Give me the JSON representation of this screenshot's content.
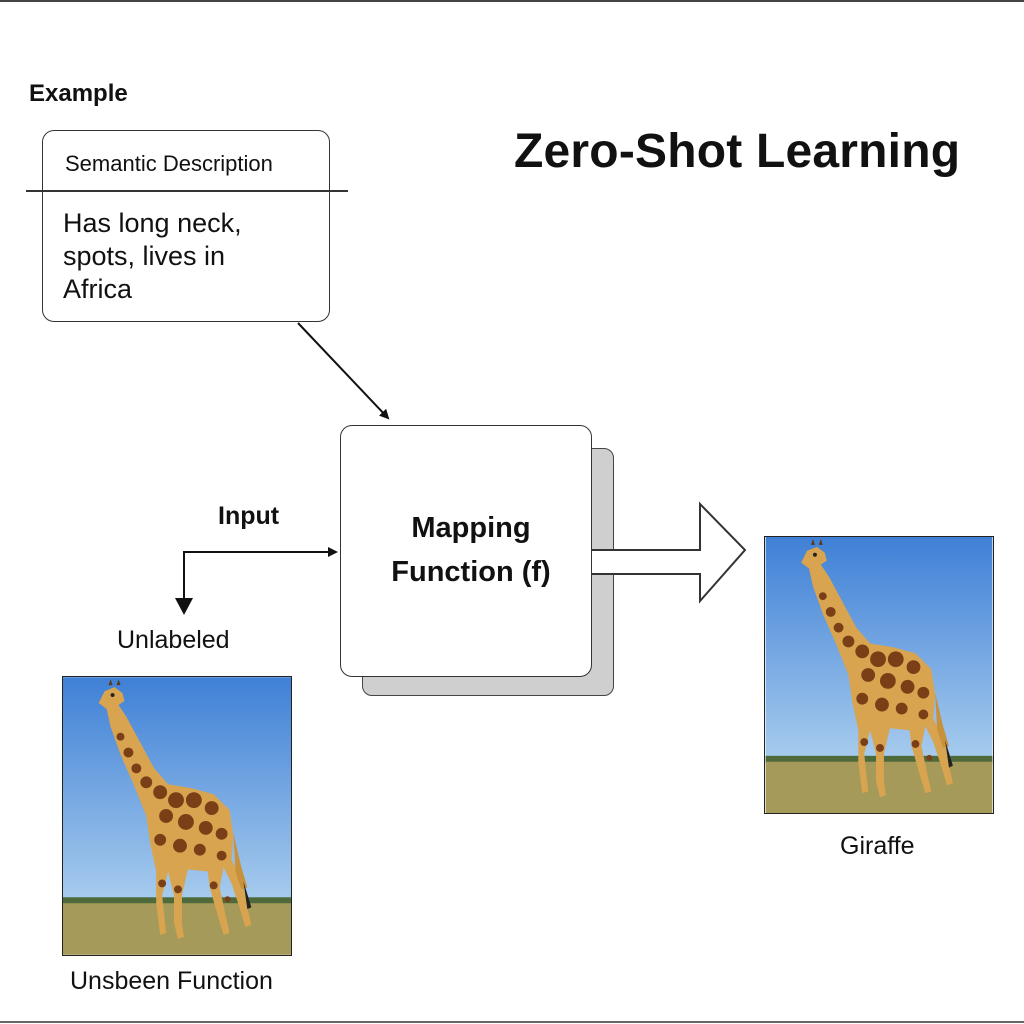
{
  "title": "Zero-Shot Learning",
  "example_label": "Example",
  "semantic_description": {
    "header": "Semantic Description",
    "body_lines": [
      "Has long neck,",
      "spots, lives in",
      "Africa"
    ]
  },
  "mapping_function": {
    "lines": [
      "Mapping",
      "Function (f)"
    ]
  },
  "input_label": "Input",
  "unlabeled_label": "Unlabeled",
  "unseen_label": "Unsbeen Function",
  "output_label": "Giraffe",
  "colors": {
    "sky_top": "#3f80d6",
    "sky_bottom": "#a9cdee",
    "grass": "#a59a5a",
    "giraffe_base": "#d9a44f",
    "giraffe_patch": "#7a3f17",
    "shadow_box": "#cfcfcf"
  }
}
